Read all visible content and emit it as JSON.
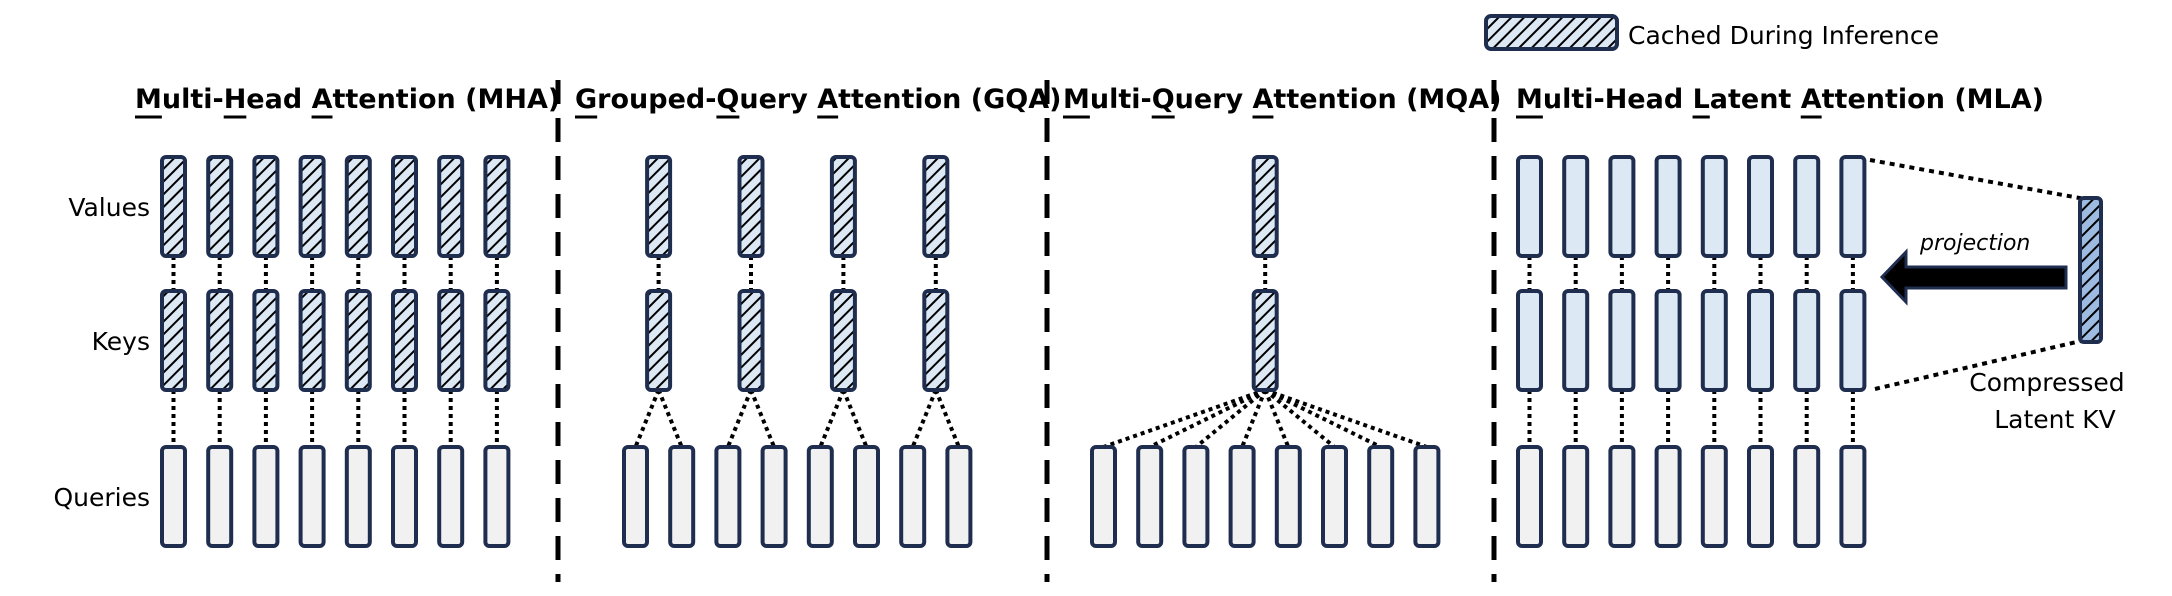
{
  "legend": {
    "label": "Cached During Inference",
    "swatch": "hatched"
  },
  "row_labels": {
    "values": "Values",
    "keys": "Keys",
    "queries": "Queries"
  },
  "colors": {
    "outline": "#1f2d4f",
    "cached_fill": "#dde8f5",
    "kv_fill": "#dde8f5",
    "query_fill": "#f1f1f1",
    "latent_fill": "#9dbbe0",
    "hatch": "#000000",
    "connector": "#000000",
    "divider": "#000000"
  },
  "panels": [
    {
      "id": "mha",
      "title": "Multi-Head Attention (MHA)",
      "underlined_letters": [
        "M",
        "H",
        "A"
      ],
      "kv_heads": 8,
      "query_heads": 8,
      "kv_cached": true
    },
    {
      "id": "gqa",
      "title": "Grouped-Query Attention (GQA)",
      "underlined_letters": [
        "G",
        "Q",
        "A"
      ],
      "kv_heads": 4,
      "query_heads": 8,
      "kv_cached": true
    },
    {
      "id": "mqa",
      "title": "Multi-Query Attention (MQA)",
      "underlined_letters": [
        "M",
        "Q",
        "A"
      ],
      "kv_heads": 1,
      "query_heads": 8,
      "kv_cached": true
    },
    {
      "id": "mla",
      "title": "Multi-Head Latent Attention (MLA)",
      "underlined_letters": [
        "M",
        "L",
        "A"
      ],
      "kv_heads": 8,
      "query_heads": 8,
      "kv_cached": false,
      "latent": {
        "arrow_label": "projection",
        "caption_line1": "Compressed",
        "caption_line2": "Latent KV",
        "cached": true
      }
    }
  ]
}
